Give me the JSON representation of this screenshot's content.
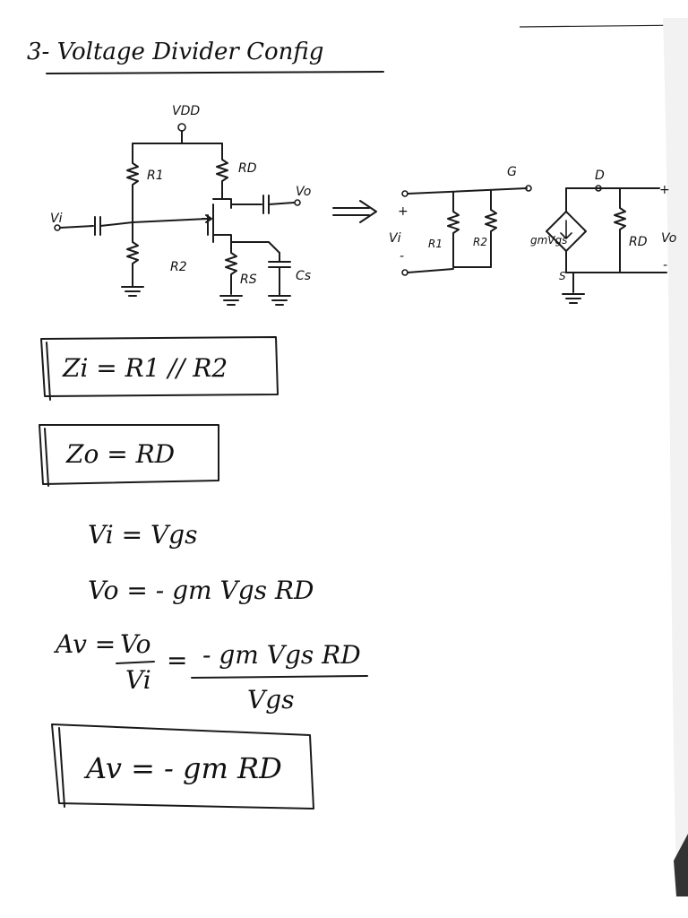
{
  "title": "3- Voltage Divider Config",
  "circuit": {
    "supply": "VDD",
    "r1": "R1",
    "r2": "R2",
    "rd": "RD",
    "rs": "RS",
    "cs": "Cs",
    "vi": "Vi",
    "vo": "Vo"
  },
  "equivalent": {
    "vi": "Vi",
    "r1": "R1",
    "r2": "R2",
    "gate": "G",
    "drain": "D",
    "source": "S",
    "source_label": "gmVgs",
    "rd": "RD",
    "vo": "Vo",
    "plus": "+",
    "minus": "-"
  },
  "equations": {
    "zi": "Zi = R1 // R2",
    "zo": "Zo = RD",
    "vi": "Vi = Vgs",
    "vo": "Vo = - gm Vgs RD",
    "av_lhs": "Av =",
    "av_frac_num": "Vo",
    "av_frac_den": "Vi",
    "av_eq": "=",
    "av_num": "- gm Vgs RD",
    "av_den": "Vgs",
    "av_result": "Av = - gm RD"
  }
}
